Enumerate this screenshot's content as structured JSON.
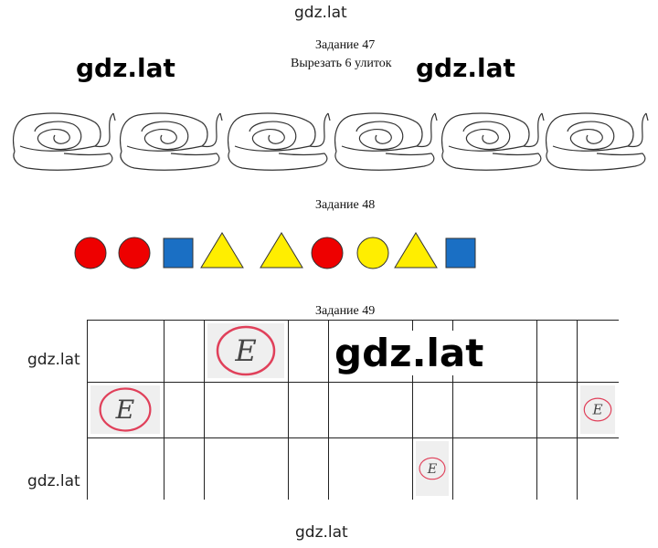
{
  "watermarks": {
    "top": "gdz.lat",
    "left_big": "gdz.lat",
    "right_big": "gdz.lat",
    "center_huge": "gdz.lat",
    "left_row1": "gdz.lat",
    "left_row3": "gdz.lat",
    "bottom": "gdz.lat"
  },
  "task47": {
    "title": "Задание 47",
    "instruction": "Вырезать 6 улиток",
    "snail_count": 6
  },
  "task48": {
    "title": "Задание 48",
    "shapes": [
      {
        "type": "circle",
        "color": "#ee0000"
      },
      {
        "type": "circle",
        "color": "#ee0000"
      },
      {
        "type": "square",
        "color": "#1a6fc4"
      },
      {
        "type": "triangle",
        "color": "#ffee00"
      },
      {
        "type": "triangle",
        "color": "#ffee00"
      },
      {
        "type": "circle",
        "color": "#ee0000"
      },
      {
        "type": "circle",
        "color": "#ffee00"
      },
      {
        "type": "triangle",
        "color": "#ffee00"
      },
      {
        "type": "square",
        "color": "#1a6fc4"
      }
    ]
  },
  "task49": {
    "title": "Задание 49",
    "rows": 3,
    "letter": "Е",
    "letter_ring_color": "#e0405a",
    "filled_cells": [
      {
        "row": 1,
        "col": 3
      },
      {
        "row": 2,
        "col": 1
      },
      {
        "row": 2,
        "col": 9
      },
      {
        "row": 3,
        "col": 6
      }
    ]
  }
}
